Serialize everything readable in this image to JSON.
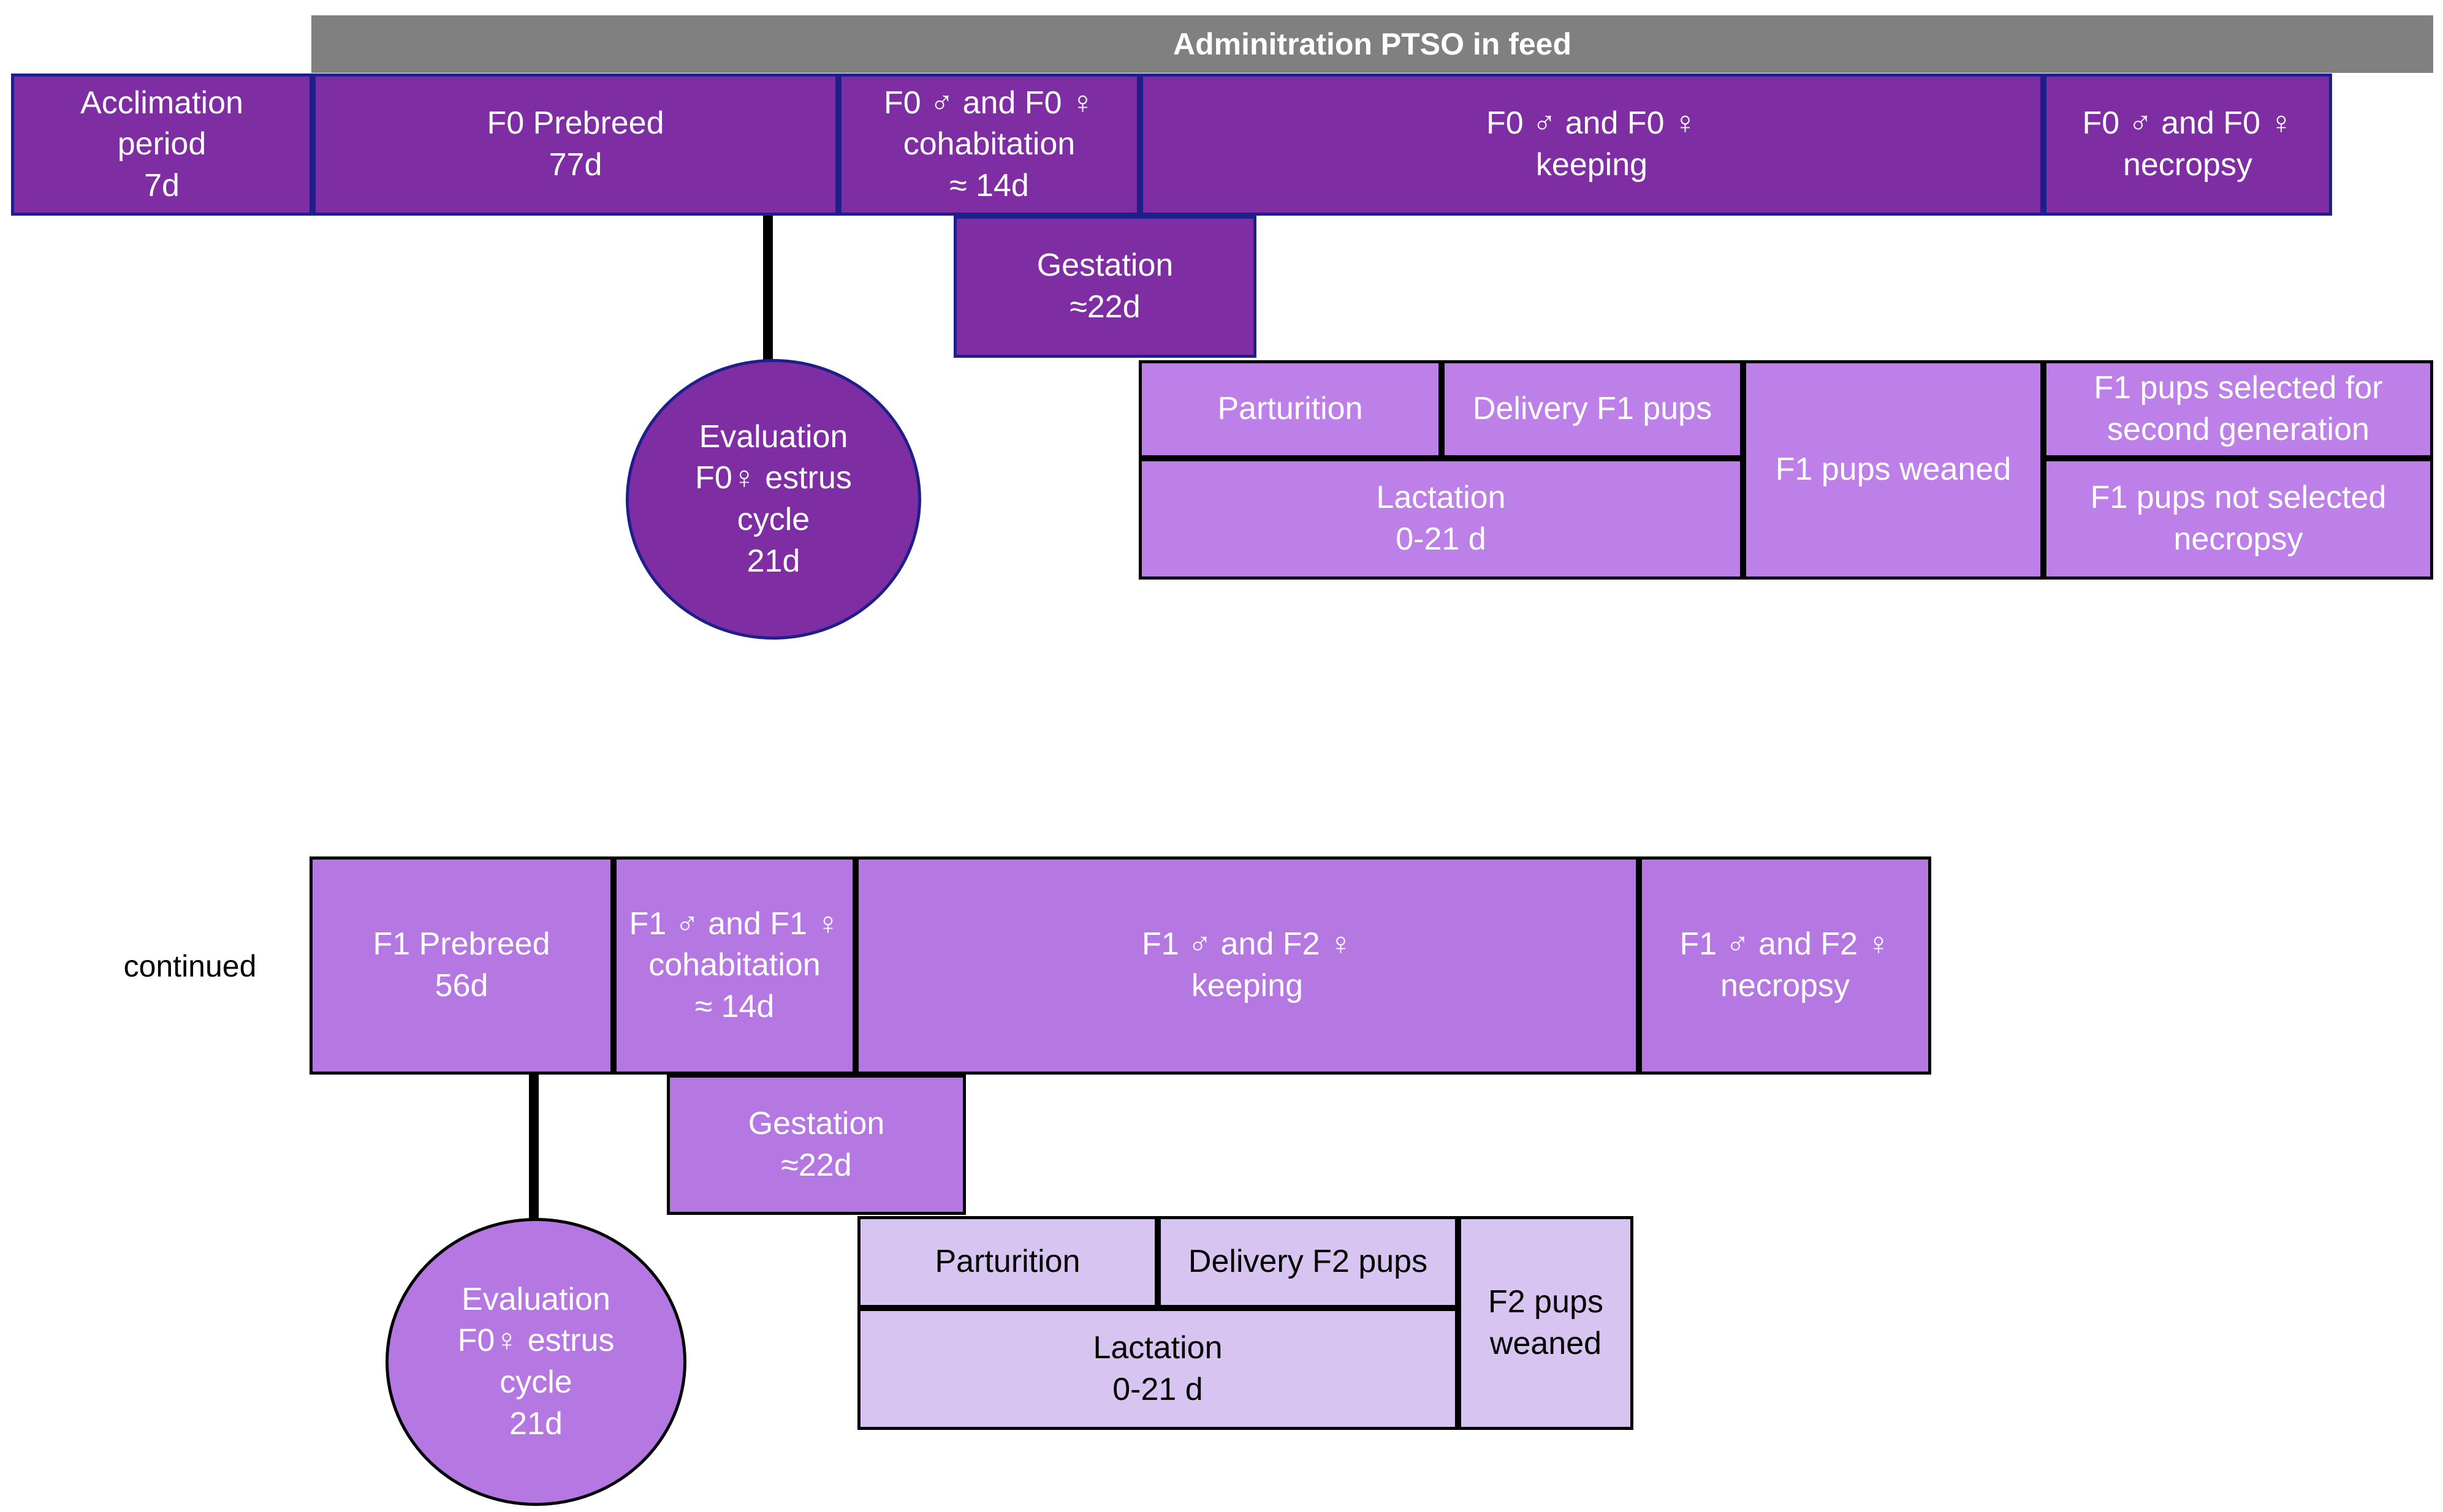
{
  "title_bar": {
    "label": "Adminitration PTSO in feed"
  },
  "colors": {
    "gray_bar": "#808080",
    "dark_purple": "#7E2DA3",
    "navy_border": "#1F1F8C",
    "medium_purple": "#B577E2",
    "light_purple": "#BD80E8",
    "lavender": "#D8C4F0",
    "line_black": "#000000",
    "text_white": "#FFFFFF",
    "text_black": "#000000"
  },
  "gen1": {
    "boxes": [
      {
        "label": "Acclimation\nperiod\n7d"
      },
      {
        "label": "F0 Prebreed\n77d"
      },
      {
        "label": "F0 ♂ and F0 ♀\ncohabitation\n≈ 14d"
      },
      {
        "label": "F0 ♂ and F0 ♀\nkeeping"
      },
      {
        "label": "F0 ♂ and F0 ♀\nnecropsy"
      }
    ],
    "gestation_label": "Gestation\n≈22d",
    "circle_label": "Evaluation\nF0♀ estrus\ncycle\n21d",
    "outcomes": {
      "parturition": "Parturition",
      "delivery": "Delivery F1 pups",
      "lactation": "Lactation\n0-21 d",
      "weaned": "F1 pups weaned",
      "selected": "F1 pups selected for\nsecond generation",
      "not_selected": "F1 pups not selected\nnecropsy"
    }
  },
  "continued_label": "continued",
  "gen2": {
    "boxes": [
      {
        "label": "F1 Prebreed\n56d"
      },
      {
        "label": "F1 ♂ and F1 ♀\ncohabitation\n≈ 14d"
      },
      {
        "label": "F1 ♂ and F2 ♀\nkeeping"
      },
      {
        "label": "F1 ♂ and F2 ♀\nnecropsy"
      }
    ],
    "gestation_label": "Gestation\n≈22d",
    "circle_label": "Evaluation\nF0♀ estrus\ncycle\n21d",
    "outcomes": {
      "parturition": "Parturition",
      "delivery": "Delivery F2 pups",
      "lactation": "Lactation\n0-21 d",
      "weaned": "F2 pups\nweaned"
    }
  }
}
